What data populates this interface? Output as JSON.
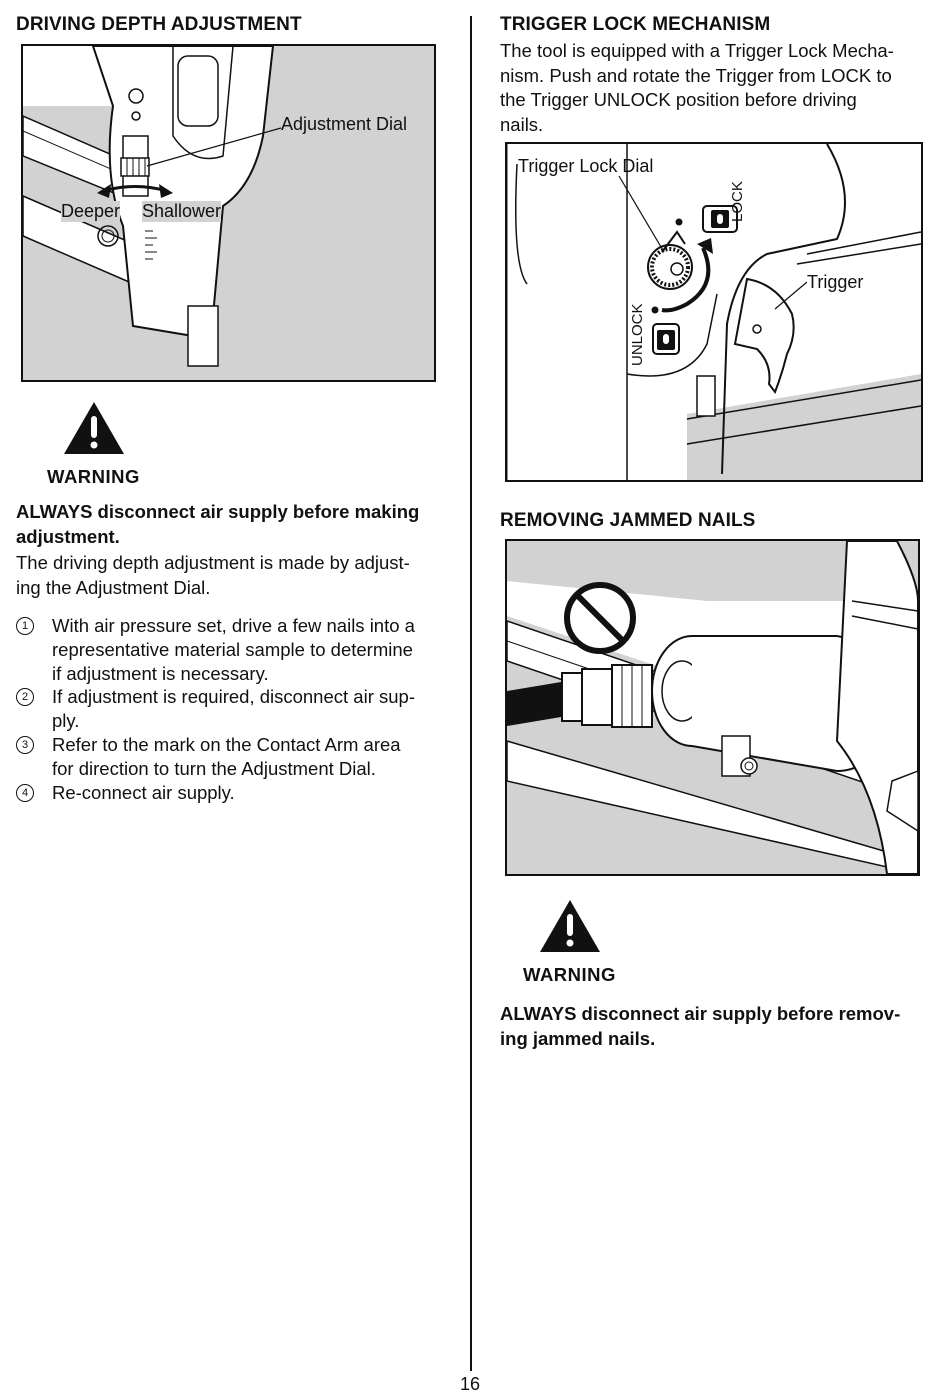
{
  "left": {
    "heading": "DRIVING DEPTH ADJUSTMENT",
    "figure": {
      "adjustment_dial_label": "Adjustment Dial",
      "deeper_label": "Deeper",
      "shallower_label": "Shallower"
    },
    "warning_label": "WARNING",
    "warning_text_line1": "ALWAYS disconnect air supply before making",
    "warning_text_line2": "adjustment.",
    "intro_line1": "The driving depth adjustment is made by adjust-",
    "intro_line2": "ing the Adjustment Dial.",
    "steps": [
      {
        "num": "1",
        "line1": "With air pressure set, drive a few nails into a",
        "line2": "representative material sample to determine",
        "line3": "if adjustment is necessary."
      },
      {
        "num": "2",
        "line1": "If adjustment is required, disconnect air sup-",
        "line2": "ply."
      },
      {
        "num": "3",
        "line1": "Refer to the mark on the Contact Arm area",
        "line2": "for direction to turn the Adjustment Dial."
      },
      {
        "num": "4",
        "line1": "Re-connect air supply."
      }
    ]
  },
  "right": {
    "heading": "TRIGGER LOCK MECHANISM",
    "intro_line1": "The tool is equipped with a Trigger Lock Mecha-",
    "intro_line2": "nism. Push and rotate the Trigger from LOCK to",
    "intro_line3": "the Trigger UNLOCK position before driving",
    "intro_line4": "nails.",
    "figure": {
      "trigger_lock_dial_label": "Trigger Lock Dial",
      "lock_label": "LOCK",
      "unlock_label": "UNLOCK",
      "trigger_label": "Trigger"
    },
    "jam_heading": "REMOVING JAMMED NAILS",
    "warning_label": "WARNING",
    "warning_text_line1": "ALWAYS disconnect air supply before remov-",
    "warning_text_line2": "ing jammed nails."
  },
  "page_number": "16"
}
